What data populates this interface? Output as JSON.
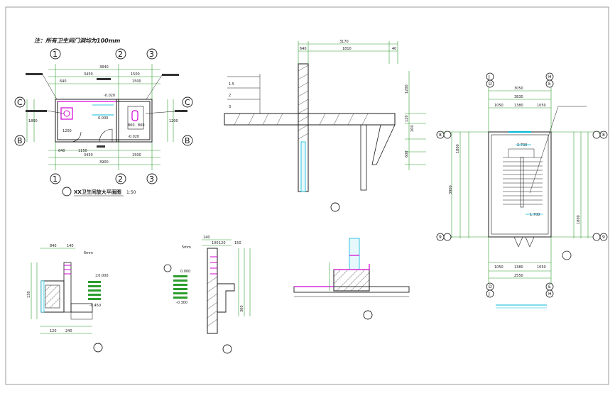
{
  "plan": {
    "note": "注：所有卫生间门洞均为100mm",
    "grid_cols": [
      "1",
      "2",
      "3"
    ],
    "grid_rows": [
      "C",
      "B"
    ],
    "dims_top": [
      "3840",
      "3450",
      "1500",
      "640",
      "1500"
    ],
    "dims_bottom": [
      "3450",
      "1500",
      "3900",
      "1150",
      "640"
    ],
    "dims_side": [
      "1800",
      "1200"
    ],
    "values": [
      "1200",
      "800",
      "800",
      "-0.020",
      "-0.020",
      "0.000"
    ],
    "caption": "XX卫生间放大平面图",
    "scale": "1:50"
  },
  "parapet": {
    "dims_top": [
      "3170",
      "1810",
      "640",
      "40"
    ],
    "dims_right": [
      "1200",
      "120",
      "600",
      "200"
    ],
    "legend": [
      "1.5",
      "2",
      "3"
    ]
  },
  "stair": {
    "grid_top": [
      "J",
      "H",
      "D",
      "E"
    ],
    "grid_side_left": [
      "8",
      "9"
    ],
    "grid_side_right": [
      "8",
      "9"
    ],
    "dims_top": [
      "3050",
      "3830",
      "1050",
      "1380",
      "1050"
    ],
    "dims_bottom": [
      "1050",
      "1380",
      "1050",
      "2550"
    ],
    "dims_side": [
      "1800",
      "3900",
      "1800"
    ],
    "landing": [
      "2.700",
      "1.700"
    ]
  },
  "detail_a": {
    "dims": [
      "840",
      "140",
      "130",
      "120",
      "240"
    ],
    "label": "6mm",
    "elev": [
      "±0.000",
      "-0.450"
    ]
  },
  "detail_b": {
    "dims": [
      "140",
      "100",
      "120",
      "150",
      "300"
    ],
    "label": "5mm",
    "elev": [
      "0.000",
      "-0.300"
    ]
  }
}
